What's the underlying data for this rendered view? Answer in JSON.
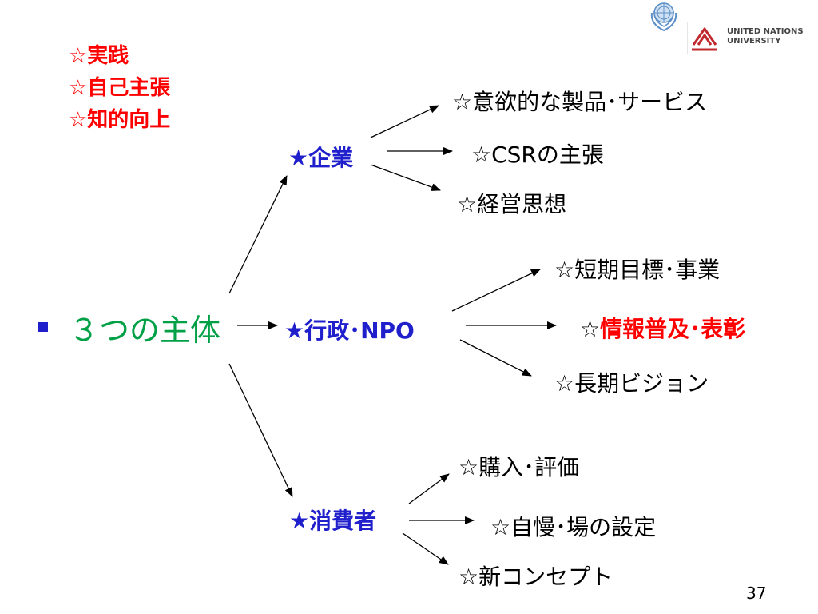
{
  "colors": {
    "red": "#ff0000",
    "blue": "#1f1fcc",
    "green": "#00a046",
    "black": "#000000",
    "unu_red": "#c0292e"
  },
  "top_left_list": [
    "☆実践",
    "☆自己主張",
    "☆知的向上"
  ],
  "main": {
    "bullet": "■",
    "label": "３つの主体"
  },
  "entities": {
    "company": "★企業",
    "government": "★行政･NPO",
    "consumer": "★消費者"
  },
  "company_items": [
    "☆意欲的な製品･サービス",
    "☆CSRの主張",
    "☆経営思想"
  ],
  "government_items": {
    "short_term": "☆短期目標･事業",
    "info_prefix": "☆",
    "info_text": "情報普及･表彰",
    "long_term": "☆長期ビジョン"
  },
  "consumer_items": [
    "☆購入･評価",
    "☆自慢･場の設定",
    "☆新コンセプト"
  ],
  "logo": {
    "un_icon": "un-emblem-icon",
    "unu_icon": "unu-logo-icon",
    "line1": "UNITED NATIONS",
    "line2": "UNIVERSITY"
  },
  "page_number": "37"
}
